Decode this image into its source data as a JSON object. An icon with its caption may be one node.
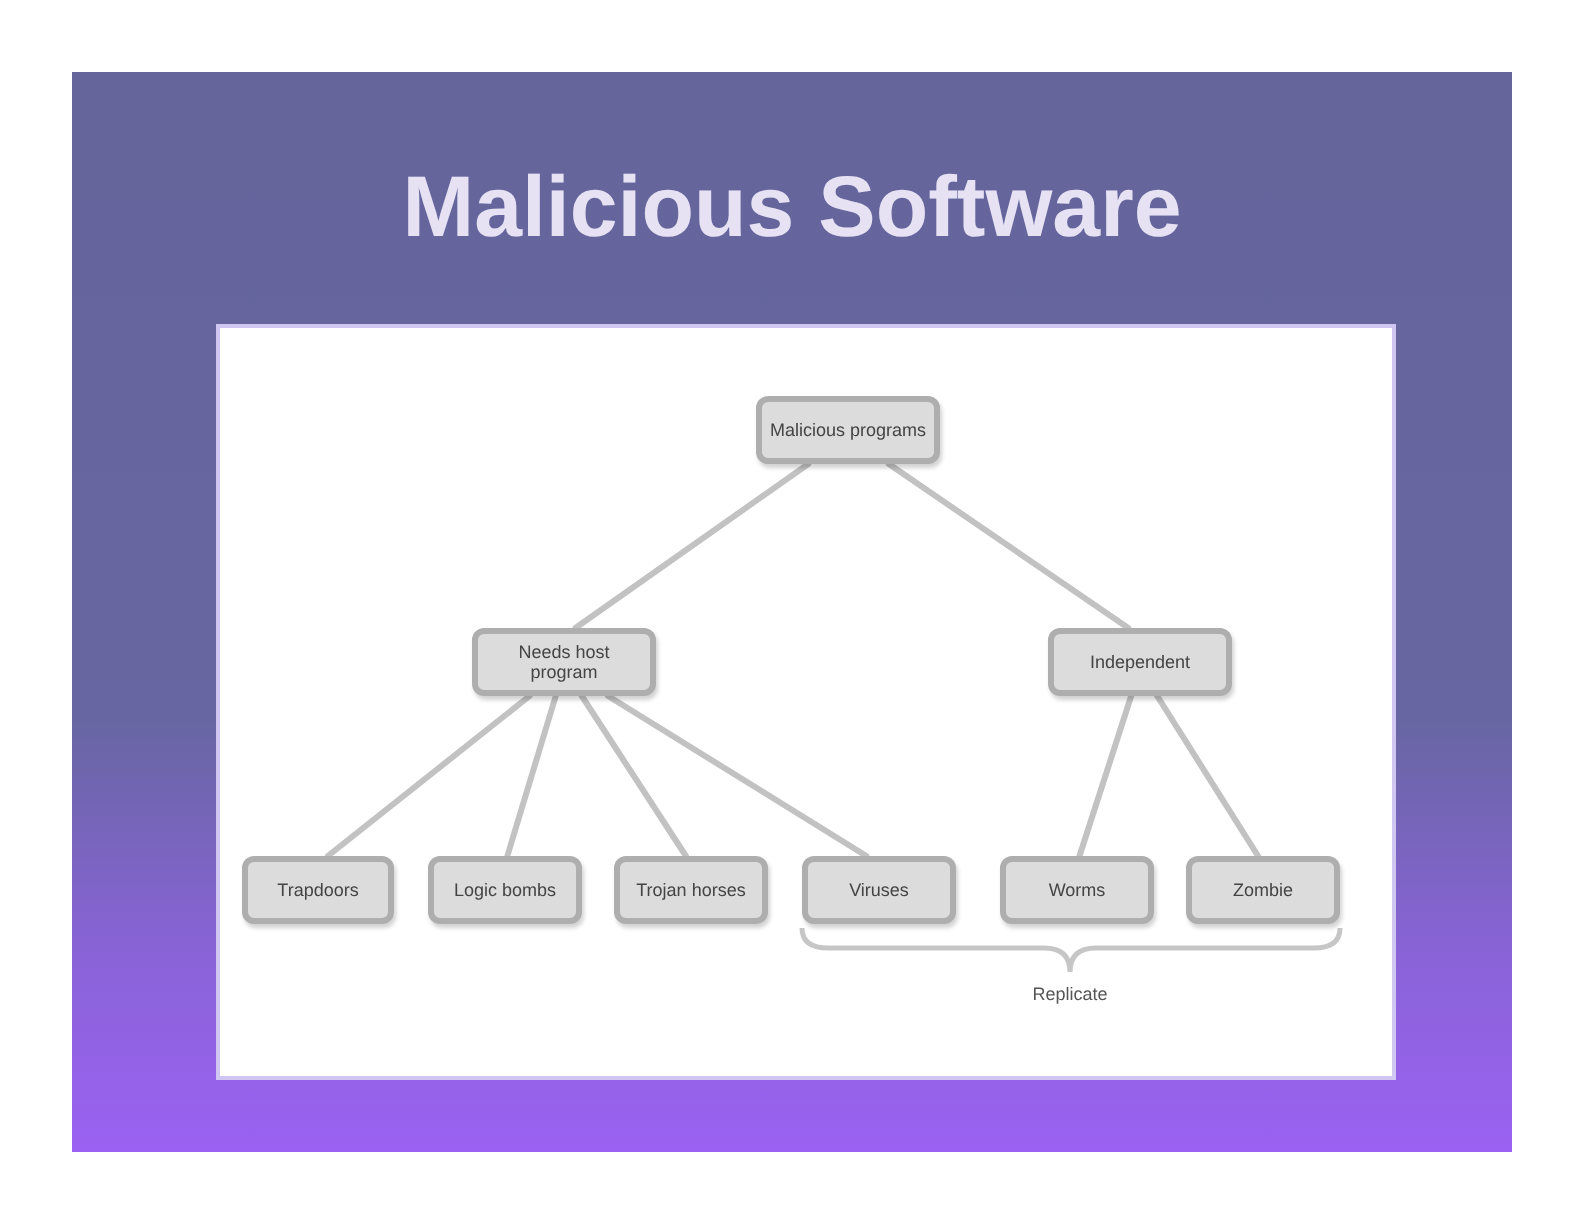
{
  "diagram": {
    "title": "Malicious Software",
    "nodes": [
      {
        "text": [
          "Malicious programs"
        ]
      },
      {
        "text": [
          "Needs host program"
        ]
      },
      {
        "text": [
          "Independent"
        ]
      },
      {
        "text": [
          "Trapdoors"
        ]
      },
      {
        "text": [
          "Logic bombs"
        ]
      },
      {
        "text": [
          "Trojan horses"
        ]
      },
      {
        "text": [
          "Viruses"
        ]
      },
      {
        "text": [
          "Worms"
        ]
      },
      {
        "text": [
          "Zombie"
        ]
      }
    ],
    "edges": [
      {
        "from": 0,
        "to": 1,
        "arrow": "none"
      },
      {
        "from": 0,
        "to": 2,
        "arrow": "none"
      },
      {
        "from": 1,
        "to": 3,
        "arrow": "none"
      },
      {
        "from": 1,
        "to": 4,
        "arrow": "none"
      },
      {
        "from": 1,
        "to": 5,
        "arrow": "none"
      },
      {
        "from": 1,
        "to": 6,
        "arrow": "none"
      },
      {
        "from": 2,
        "to": 7,
        "arrow": "none"
      },
      {
        "from": 2,
        "to": 8,
        "arrow": "none"
      }
    ],
    "labels": [
      "Replicate"
    ]
  }
}
